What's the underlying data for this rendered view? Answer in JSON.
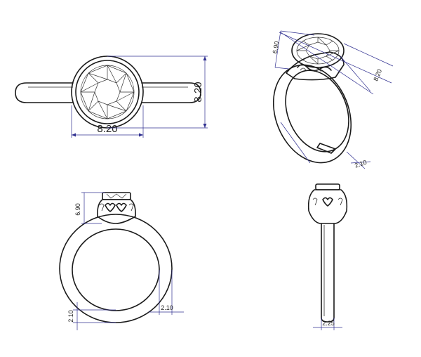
{
  "views": {
    "top": {
      "width_label": "8.20",
      "height_label": "8.20"
    },
    "perspective": {
      "height_label": "6.90",
      "diameter_label": "8.20",
      "band_label": "2.10"
    },
    "front": {
      "height_label": "6.90",
      "band_bottom_label": "2.10",
      "band_side_label": "2.10"
    },
    "side": {
      "width_label": "2.25"
    }
  },
  "colors": {
    "line": "#1a1a1a",
    "dimension": "#303090",
    "background": "#ffffff"
  }
}
